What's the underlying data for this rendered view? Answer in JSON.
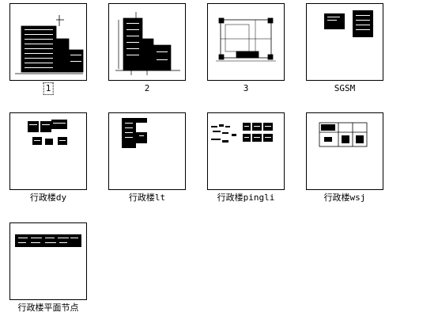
{
  "files": [
    {
      "label": "1"
    },
    {
      "label": "2"
    },
    {
      "label": "3"
    },
    {
      "label": "SGSM"
    },
    {
      "label": "行政楼dy"
    },
    {
      "label": "行政楼lt"
    },
    {
      "label": "行政楼pingli"
    },
    {
      "label": "行政楼wsj"
    },
    {
      "label": "行政楼平面节点"
    }
  ],
  "selected_index": 0
}
